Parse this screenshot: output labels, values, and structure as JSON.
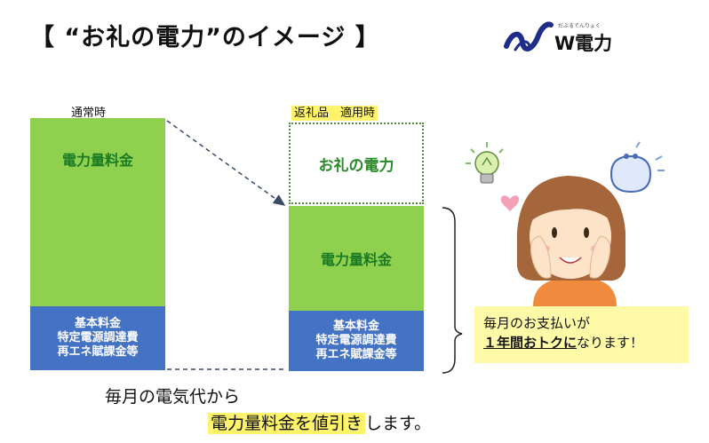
{
  "header": {
    "title": "【 “お礼の電力”のイメージ 】"
  },
  "logo": {
    "ruby": "だぶるでんりょく",
    "text": "W電力"
  },
  "left_column": {
    "label": "通常時",
    "green_box": "電力量料金",
    "blue_box": [
      "基本料金",
      "特定電源調達費",
      "再エネ賦課金等"
    ]
  },
  "right_column": {
    "label": "返礼品　適用時",
    "dotted_box": "お礼の電力",
    "green_box": "電力量料金",
    "blue_box": [
      "基本料金",
      "特定電源調達費",
      "再エネ賦課金等"
    ]
  },
  "callout": {
    "line1": "毎月のお支払いが",
    "emph": "１年間おトクに",
    "line2_rest": "なります！"
  },
  "bottom": {
    "line1": "毎月の電気代から",
    "line2_highlight_a": "電力量料金を値引き",
    "line2_rest": "します。"
  },
  "colors": {
    "green": "#8fd14f",
    "blue": "#4472c4",
    "highlight": "#fff36b",
    "callout_bg": "#fffaa8"
  }
}
